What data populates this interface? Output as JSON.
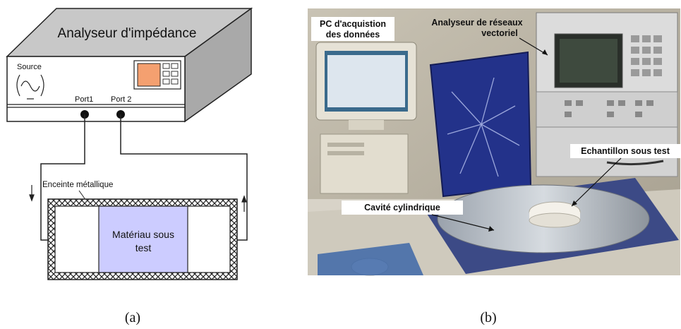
{
  "diagram_a": {
    "device_title": "Analyseur d'impédance",
    "source_label": "Source",
    "port1_label": "Port1",
    "port2_label": "Port 2",
    "enclosure_label": "Enceinte métallique",
    "material_label_line1": "Matériau sous",
    "material_label_line2": "test",
    "colors": {
      "box_top": "#c8c8c8",
      "box_side": "#a9a9a9",
      "screen": "#f4a070",
      "material": "#ccccff"
    }
  },
  "photo_b": {
    "label_pc_line1": "PC d'acquistion",
    "label_pc_line2": "des données",
    "label_analyzer_line1": "Analyseur de réseaux",
    "label_analyzer_line2": "vectoriel",
    "label_sample": "Echantillon sous test",
    "label_cavity": "Cavité cylindrique"
  },
  "captions": {
    "a": "(a)",
    "b": "(b)"
  }
}
